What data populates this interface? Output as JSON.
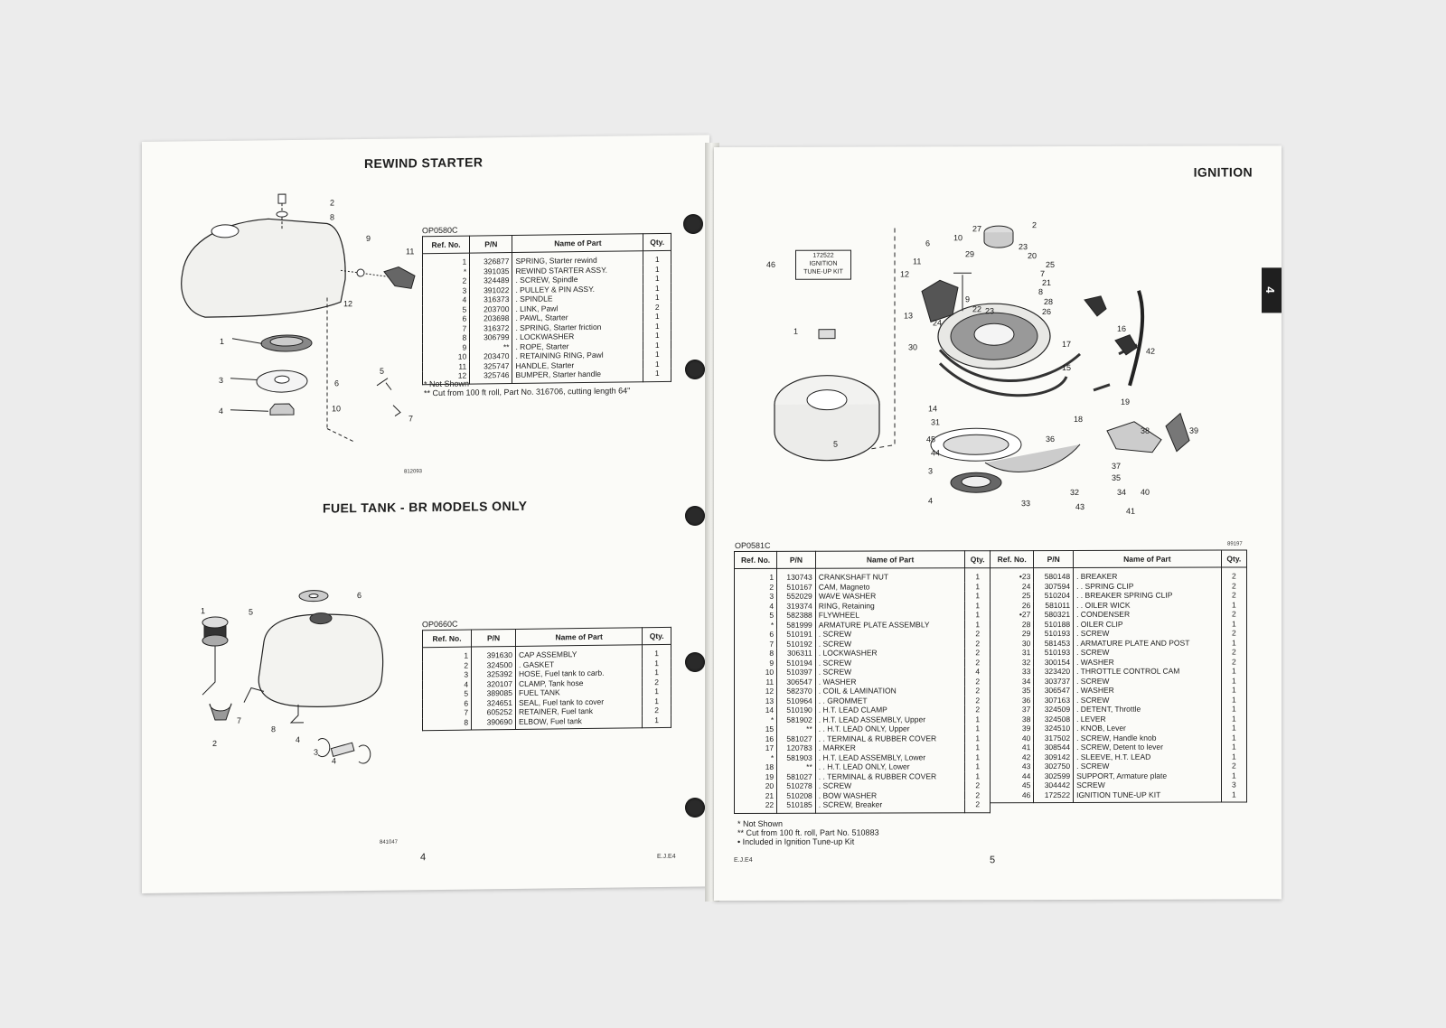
{
  "left_page": {
    "title_rewind": "REWIND STARTER",
    "fig_code_rewind": "OP0580C",
    "rewind_table": {
      "headers": [
        "Ref. No.",
        "P/N",
        "Name of Part",
        "Qty."
      ],
      "rows": [
        [
          "1",
          "326877",
          "SPRING, Starter rewind",
          "1"
        ],
        [
          "*",
          "391035",
          "REWIND STARTER ASSY.",
          "1"
        ],
        [
          "2",
          "324489",
          ". SCREW, Spindle",
          "1"
        ],
        [
          "3",
          "391022",
          ". PULLEY & PIN ASSY.",
          "1"
        ],
        [
          "4",
          "316373",
          ". SPINDLE",
          "1"
        ],
        [
          "5",
          "203700",
          ". LINK, Pawl",
          "2"
        ],
        [
          "6",
          "203698",
          ". PAWL, Starter",
          "1"
        ],
        [
          "7",
          "316372",
          ". SPRING, Starter friction",
          "1"
        ],
        [
          "8",
          "306799",
          ". LOCKWASHER",
          "1"
        ],
        [
          "9",
          "**",
          ". ROPE, Starter",
          "1"
        ],
        [
          "10",
          "203470",
          ". RETAINING RING, Pawl",
          "1"
        ],
        [
          "11",
          "325747",
          "HANDLE, Starter",
          "1"
        ],
        [
          "12",
          "325746",
          "BUMPER, Starter handle",
          "1"
        ]
      ]
    },
    "rewind_notes": [
      "*  Not Shown",
      "**  Cut from 100 ft roll, Part No. 316706, cutting length 64\""
    ],
    "rewind_diagram_code": "812093",
    "rewind_callouts": [
      "2",
      "8",
      "9",
      "11",
      "12",
      "1",
      "3",
      "5",
      "6",
      "4",
      "10",
      "7"
    ],
    "title_fuel": "FUEL TANK - BR MODELS ONLY",
    "fig_code_fuel": "OP0660C",
    "fuel_table": {
      "headers": [
        "Ref. No.",
        "P/N",
        "Name of Part",
        "Qty."
      ],
      "rows": [
        [
          "1",
          "391630",
          "CAP ASSEMBLY",
          "1"
        ],
        [
          "2",
          "324500",
          ". GASKET",
          "1"
        ],
        [
          "3",
          "325392",
          "HOSE, Fuel tank to carb.",
          "1"
        ],
        [
          "4",
          "320107",
          "CLAMP, Tank hose",
          "2"
        ],
        [
          "5",
          "389085",
          "FUEL TANK",
          "1"
        ],
        [
          "6",
          "324651",
          "SEAL, Fuel tank to cover",
          "1"
        ],
        [
          "7",
          "605252",
          "RETAINER, Fuel tank",
          "2"
        ],
        [
          "8",
          "390690",
          "ELBOW, Fuel tank",
          "1"
        ]
      ]
    },
    "fuel_diagram_code": "841047",
    "fuel_callouts": [
      "6",
      "1",
      "5",
      "7",
      "2",
      "8",
      "4",
      "3",
      "4"
    ],
    "page_number": "4",
    "footer_code": "E.J.E4"
  },
  "right_page": {
    "title": "IGNITION",
    "section_tab": "4",
    "kit_label_pn": "172522",
    "kit_label_line1": "IGNITION",
    "kit_label_line2": "TUNE-UP KIT",
    "kit_label_ref": "46",
    "fig_code": "OP0581C",
    "diagram_code": "89197",
    "ignition_callouts": [
      "2",
      "27",
      "10",
      "6",
      "29",
      "23",
      "20",
      "25",
      "7",
      "21",
      "8",
      "28",
      "26",
      "11",
      "12",
      "9",
      "22",
      "23",
      "13",
      "24",
      "1",
      "30",
      "16",
      "17",
      "42",
      "15",
      "19",
      "18",
      "14",
      "31",
      "45",
      "44",
      "36",
      "38",
      "39",
      "3",
      "37",
      "35",
      "34",
      "40",
      "32",
      "41",
      "4",
      "33",
      "43",
      "5"
    ],
    "table_headers": [
      "Ref. No.",
      "P/N",
      "Name of Part",
      "Qty."
    ],
    "table_left": [
      [
        "1",
        "130743",
        "CRANKSHAFT NUT",
        "1"
      ],
      [
        "2",
        "510167",
        "CAM, Magneto",
        "1"
      ],
      [
        "3",
        "552029",
        "WAVE WASHER",
        "1"
      ],
      [
        "4",
        "319374",
        "RING, Retaining",
        "1"
      ],
      [
        "5",
        "582388",
        "FLYWHEEL",
        "1"
      ],
      [
        "*",
        "581999",
        "ARMATURE PLATE ASSEMBLY",
        "1"
      ],
      [
        "6",
        "510191",
        ". SCREW",
        "2"
      ],
      [
        "7",
        "510192",
        ". SCREW",
        "2"
      ],
      [
        "8",
        "306311",
        ". LOCKWASHER",
        "2"
      ],
      [
        "9",
        "510194",
        ". SCREW",
        "2"
      ],
      [
        "10",
        "510397",
        ". SCREW",
        "4"
      ],
      [
        "11",
        "306547",
        ". WASHER",
        "2"
      ],
      [
        "12",
        "582370",
        ". COIL & LAMINATION",
        "2"
      ],
      [
        "13",
        "510964",
        ". . GROMMET",
        "2"
      ],
      [
        "14",
        "510190",
        ". H.T. LEAD CLAMP",
        "2"
      ],
      [
        "*",
        "581902",
        ". H.T. LEAD ASSEMBLY, Upper",
        "1"
      ],
      [
        "15",
        "**",
        ". . H.T. LEAD ONLY, Upper",
        "1"
      ],
      [
        "16",
        "581027",
        ". . TERMINAL & RUBBER COVER",
        "1"
      ],
      [
        "17",
        "120783",
        ". MARKER",
        "1"
      ],
      [
        "*",
        "581903",
        ". H.T. LEAD ASSEMBLY, Lower",
        "1"
      ],
      [
        "18",
        "**",
        ". . H.T. LEAD ONLY, Lower",
        "1"
      ],
      [
        "19",
        "581027",
        ". . TERMINAL & RUBBER COVER",
        "1"
      ],
      [
        "20",
        "510278",
        ". SCREW",
        "2"
      ],
      [
        "21",
        "510208",
        ". BOW WASHER",
        "2"
      ],
      [
        "22",
        "510185",
        ". SCREW, Breaker",
        "2"
      ]
    ],
    "table_right": [
      [
        "•23",
        "580148",
        ". BREAKER",
        "2"
      ],
      [
        "24",
        "307594",
        ". . SPRING CLIP",
        "2"
      ],
      [
        "25",
        "510204",
        ". . BREAKER SPRING CLIP",
        "2"
      ],
      [
        "26",
        "581011",
        ". . OILER WICK",
        "1"
      ],
      [
        "•27",
        "580321",
        ". CONDENSER",
        "2"
      ],
      [
        "28",
        "510188",
        ". OILER CLIP",
        "1"
      ],
      [
        "29",
        "510193",
        ". SCREW",
        "2"
      ],
      [
        "30",
        "581453",
        ". ARMATURE PLATE AND POST",
        "1"
      ],
      [
        "31",
        "510193",
        ". SCREW",
        "2"
      ],
      [
        "32",
        "300154",
        ". WASHER",
        "2"
      ],
      [
        "33",
        "323420",
        ". THROTTLE CONTROL CAM",
        "1"
      ],
      [
        "34",
        "303737",
        ". SCREW",
        "1"
      ],
      [
        "35",
        "306547",
        ". WASHER",
        "1"
      ],
      [
        "36",
        "307163",
        ". SCREW",
        "1"
      ],
      [
        "37",
        "324509",
        ". DETENT, Throttle",
        "1"
      ],
      [
        "38",
        "324508",
        ". LEVER",
        "1"
      ],
      [
        "39",
        "324510",
        ". KNOB, Lever",
        "1"
      ],
      [
        "40",
        "317502",
        ". SCREW, Handle knob",
        "1"
      ],
      [
        "41",
        "308544",
        ". SCREW, Detent to lever",
        "1"
      ],
      [
        "42",
        "309142",
        ". SLEEVE, H.T. LEAD",
        "1"
      ],
      [
        "43",
        "302750",
        ". SCREW",
        "2"
      ],
      [
        "44",
        "302599",
        "SUPPORT, Armature plate",
        "1"
      ],
      [
        "45",
        "304442",
        "SCREW",
        "3"
      ],
      [
        "46",
        "172522",
        "IGNITION TUNE-UP KIT",
        "1"
      ]
    ],
    "notes": [
      "*  Not Shown",
      "**  Cut from 100 ft. roll, Part No. 510883",
      "•  Included in Ignition Tune-up Kit"
    ],
    "footer_code": "E.J.E4",
    "page_number": "5"
  }
}
